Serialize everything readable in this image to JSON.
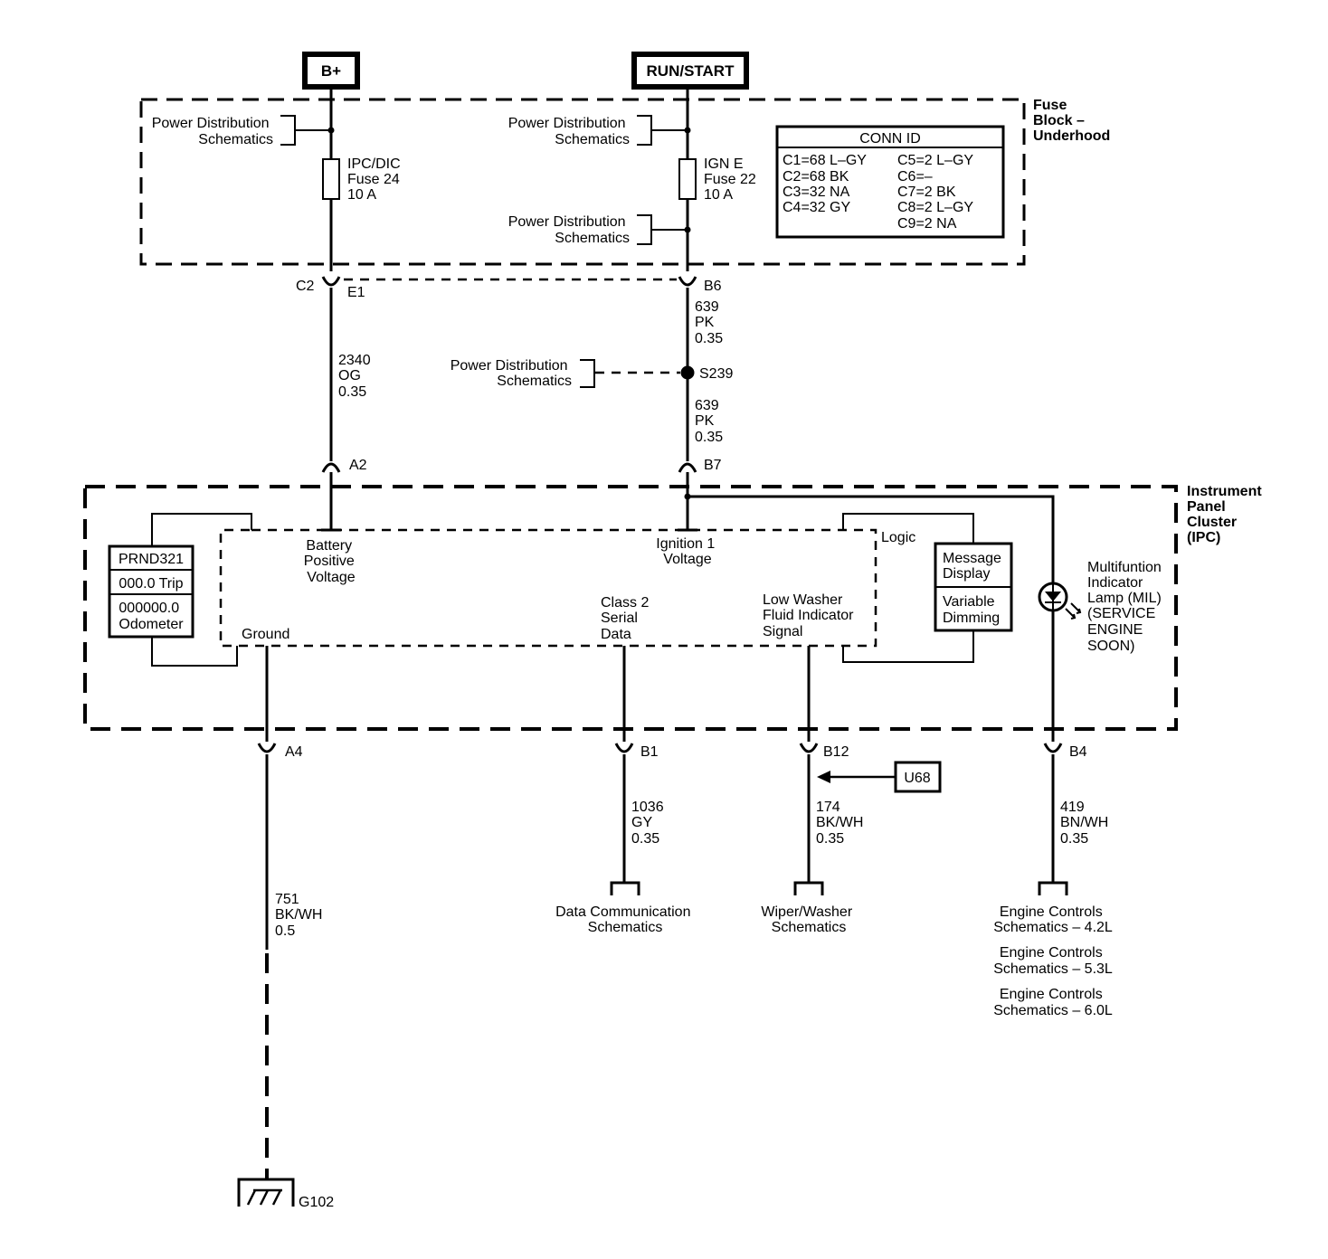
{
  "sources": {
    "battery": "B+",
    "run_start": "RUN/START"
  },
  "fuse_block": {
    "title": [
      "Fuse",
      "Block –",
      "Underhood"
    ],
    "power_dist_1": [
      "Power Distribution",
      "Schematics"
    ],
    "power_dist_2": [
      "Power Distribution",
      "Schematics"
    ],
    "power_dist_3": [
      "Power Distribution",
      "Schematics"
    ],
    "fuse_24": [
      "IPC/DIC",
      "Fuse 24",
      "10 A"
    ],
    "fuse_22": [
      "IGN E",
      "Fuse 22",
      "10 A"
    ],
    "conn_id": {
      "title": "CONN ID",
      "left": [
        "C1=68 L–GY",
        "C2=68 BK",
        "C3=32 NA",
        "C4=32 GY"
      ],
      "right": [
        "C5=2 L–GY",
        "C6=–",
        "C7=2 BK",
        "C8=2 L–GY",
        "C9=2 NA"
      ]
    }
  },
  "connectors": {
    "c2": "C2",
    "e1": "E1",
    "b6": "B6",
    "a2": "A2",
    "b7": "B7",
    "a4": "A4",
    "b1": "B1",
    "b12": "B12",
    "b4": "B4"
  },
  "wires": {
    "w2340": [
      "2340",
      "OG",
      "0.35"
    ],
    "w639a": [
      "639",
      "PK",
      "0.35"
    ],
    "w639b": [
      "639",
      "PK",
      "0.35"
    ],
    "w751": [
      "751",
      "BK/WH",
      "0.5"
    ],
    "w1036": [
      "1036",
      "GY",
      "0.35"
    ],
    "w174": [
      "174",
      "BK/WH",
      "0.35"
    ],
    "w419": [
      "419",
      "BN/WH",
      "0.35"
    ]
  },
  "splice": {
    "label": "S239",
    "power_dist": [
      "Power Distribution",
      "Schematics"
    ]
  },
  "ipc": {
    "title": [
      "Instrument",
      "Panel",
      "Cluster",
      "(IPC)"
    ],
    "battery_voltage": [
      "Battery",
      "Positive",
      "Voltage"
    ],
    "ignition_voltage": [
      "Ignition 1",
      "Voltage"
    ],
    "logic": "Logic",
    "ground": "Ground",
    "class2": [
      "Class 2",
      "Serial",
      "Data"
    ],
    "washer": [
      "Low Washer",
      "Fluid Indicator",
      "Signal"
    ],
    "display": {
      "prnd": "PRND321",
      "trip": "000.0 Trip",
      "odometer": [
        "000000.0",
        "Odometer"
      ]
    },
    "message_display": [
      "Message",
      "Display"
    ],
    "variable_dimming": [
      "Variable",
      "Dimming"
    ],
    "mil": [
      "Multifuntion",
      "Indicator",
      "Lamp (MIL)",
      "(SERVICE",
      "ENGINE",
      "SOON)"
    ]
  },
  "destinations": {
    "data_comm": [
      "Data Communication",
      "Schematics"
    ],
    "wiper": [
      "Wiper/Washer",
      "Schematics"
    ],
    "engine_42": [
      "Engine Controls",
      "Schematics – 4.2L"
    ],
    "engine_53": [
      "Engine Controls",
      "Schematics – 5.3L"
    ],
    "engine_60": [
      "Engine Controls",
      "Schematics – 6.0L"
    ],
    "u68": "U68",
    "ground": "G102"
  }
}
